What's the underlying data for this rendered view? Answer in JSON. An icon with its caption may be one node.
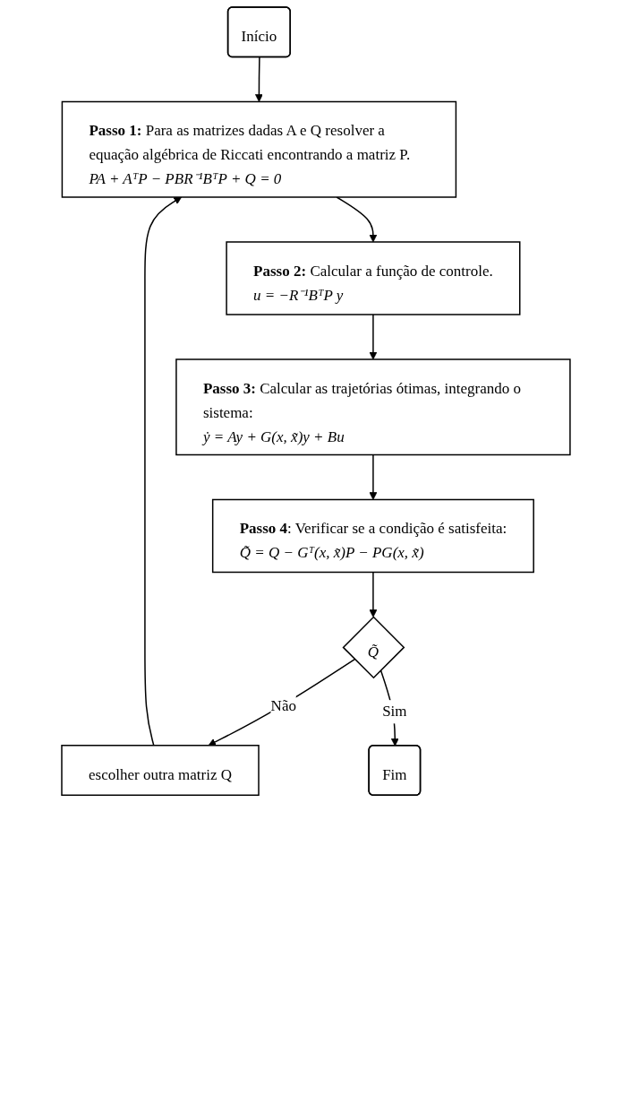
{
  "diagram": {
    "nodes": [
      {
        "text": [
          "Início"
        ]
      },
      {
        "text": [
          "**Passo 1:** Para as matrizes dadas A e Q resolver a equação algébrica de Riccati encontrando a matriz P.",
          "*PA + AᵀP − PBR⁻¹BᵀP + Q = 0*"
        ]
      },
      {
        "text": [
          "**Passo 2:** Calcular a função de controle.",
          "*u = −R⁻¹BᵀP y*"
        ]
      },
      {
        "text": [
          "**Passo 3:** Calcular as trajetórias ótimas, integrando o sistema:",
          "*ẏ = Ay + G(x, x̃)y + Bu*"
        ]
      },
      {
        "text": [
          "**Passo 4**: Verificar se a condição é satisfeita:",
          "*Q̃ = Q − Gᵀ(x, x̃)P − PG(x, x̃)*"
        ]
      },
      {
        "text": [
          "*Q̃*"
        ]
      },
      {
        "text": [
          "escolher outra matriz Q"
        ]
      },
      {
        "text": [
          "Fim"
        ]
      }
    ],
    "edges": [
      {
        "from": 0,
        "to": 1,
        "arrow": "to"
      },
      {
        "from": 1,
        "to": 2,
        "arrow": "to"
      },
      {
        "from": 2,
        "to": 3,
        "arrow": "to"
      },
      {
        "from": 3,
        "to": 4,
        "arrow": "to"
      },
      {
        "from": 4,
        "to": 5,
        "arrow": "to"
      },
      {
        "from": 5,
        "to": 6,
        "label": "Não",
        "arrow": "to"
      },
      {
        "from": 5,
        "to": 7,
        "label": "Sim",
        "arrow": "to"
      },
      {
        "from": 6,
        "to": 1,
        "arrow": "to"
      }
    ]
  }
}
